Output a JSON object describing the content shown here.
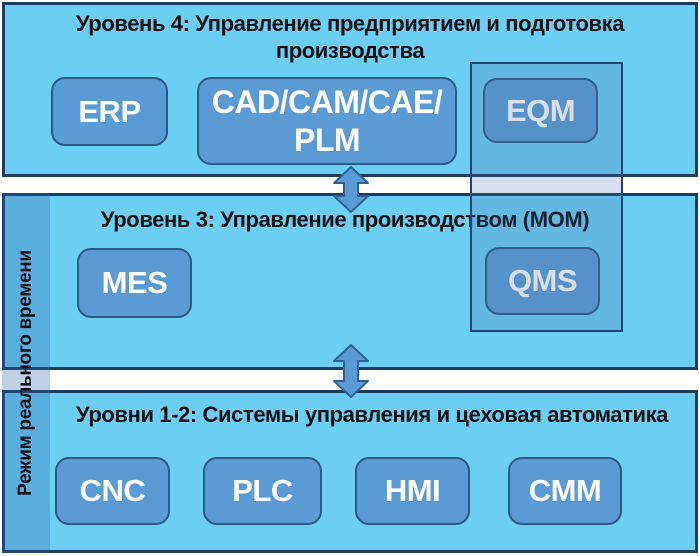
{
  "diagram": {
    "sidebar": {
      "label": "Режим реального времени"
    },
    "levels": [
      {
        "name": "level-4",
        "title": [
          "Уровень 4: Управление предприятием и подготовка",
          "производства"
        ],
        "boxes": [
          {
            "label": "ERP"
          },
          {
            "label": "CAD/CAM/CAE/",
            "label2": "PLM"
          },
          {
            "label": "EQM"
          }
        ]
      },
      {
        "name": "level-3",
        "title": [
          "Уровень 3: Управление производством (MOM)"
        ],
        "boxes": [
          {
            "label": "MES"
          },
          {
            "label": "QMS"
          }
        ]
      },
      {
        "name": "levels-1-2",
        "title": [
          "Уровни 1-2: Системы управления и цеховая автоматика"
        ],
        "boxes": [
          {
            "label": "CNC"
          },
          {
            "label": "PLC"
          },
          {
            "label": "HMI"
          },
          {
            "label": "CMM"
          }
        ]
      }
    ],
    "quality_overlay": {
      "note": ""
    },
    "colors": {
      "panel_bg": "#6CCEF2",
      "panel_border": "#1C3C60",
      "box_bg": "#5B9BD5",
      "box_border": "#2D5986",
      "box_text": "#FFFFFF",
      "title_text": "#0E0E10",
      "overlay_fill": "rgba(70,108,165,0.22)",
      "overlay_border": "#1F4473",
      "sidebar_fill": "rgba(45,100,175,0.30)",
      "arrow_fill": "#5B9BD5",
      "arrow_stroke": "#2E6096"
    }
  }
}
